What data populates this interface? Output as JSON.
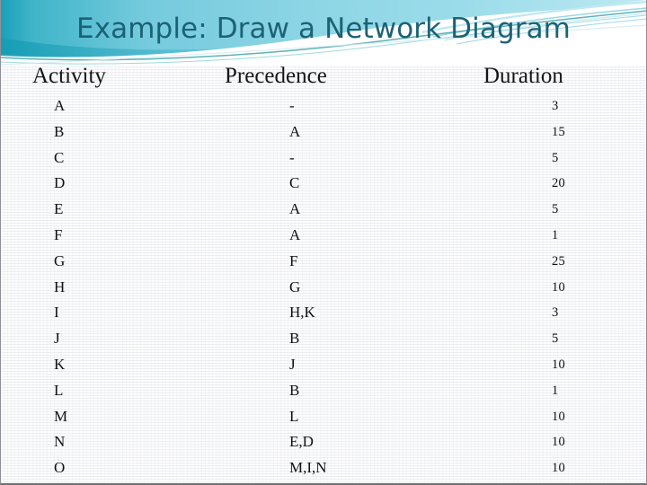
{
  "slide": {
    "title": "Example: Draw a Network Diagram",
    "title_color": "#1c6275",
    "band_colors": {
      "deep_teal": "#2aa3b5",
      "mid_teal": "#6fc8dc",
      "pale_teal": "#bfe6ef",
      "white_swoosh": "#ffffff",
      "accent_line": "#3fa5a8"
    }
  },
  "table": {
    "headers": {
      "activity": "Activity",
      "precedence": "Precedence",
      "duration": "Duration"
    },
    "rows": [
      {
        "activity": "A",
        "precedence": "-",
        "duration": "3"
      },
      {
        "activity": "B",
        "precedence": "A",
        "duration": "15"
      },
      {
        "activity": "C",
        "precedence": "-",
        "duration": "5"
      },
      {
        "activity": "D",
        "precedence": "C",
        "duration": "20"
      },
      {
        "activity": "E",
        "precedence": "A",
        "duration": "5"
      },
      {
        "activity": "F",
        "precedence": "A",
        "duration": "1"
      },
      {
        "activity": "G",
        "precedence": "F",
        "duration": "25"
      },
      {
        "activity": "H",
        "precedence": "G",
        "duration": "10"
      },
      {
        "activity": "I",
        "precedence": "H,K",
        "duration": "3"
      },
      {
        "activity": "J",
        "precedence": "B",
        "duration": "5"
      },
      {
        "activity": "K",
        "precedence": "J",
        "duration": "10"
      },
      {
        "activity": "L",
        "precedence": "B",
        "duration": "1"
      },
      {
        "activity": "M",
        "precedence": "L",
        "duration": "10"
      },
      {
        "activity": "N",
        "precedence": "E,D",
        "duration": "10"
      },
      {
        "activity": "O",
        "precedence": "M,I,N",
        "duration": "10"
      }
    ]
  }
}
